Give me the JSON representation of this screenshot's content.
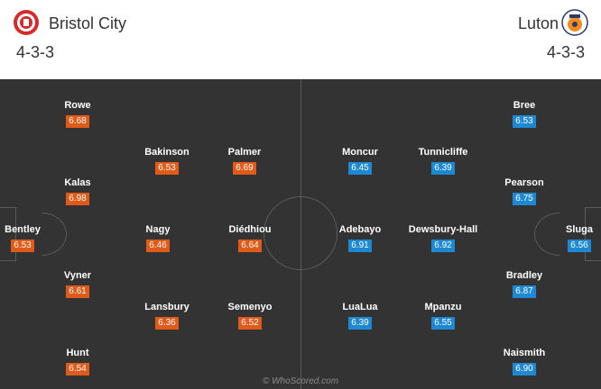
{
  "home": {
    "name": "Bristol City",
    "formation": "4-3-3",
    "crest_icon": "bristol-city-crest-icon",
    "players": [
      {
        "name": "Bentley",
        "rating": "6.53"
      },
      {
        "name": "Rowe",
        "rating": "6.68"
      },
      {
        "name": "Kalas",
        "rating": "6.98"
      },
      {
        "name": "Vyner",
        "rating": "6.61"
      },
      {
        "name": "Hunt",
        "rating": "6.54"
      },
      {
        "name": "Bakinson",
        "rating": "6.53"
      },
      {
        "name": "Nagy",
        "rating": "6.46"
      },
      {
        "name": "Lansbury",
        "rating": "6.36"
      },
      {
        "name": "Palmer",
        "rating": "6.69"
      },
      {
        "name": "Diédhiou",
        "rating": "6.64"
      },
      {
        "name": "Semenyo",
        "rating": "6.52"
      }
    ]
  },
  "away": {
    "name": "Luton",
    "formation": "4-3-3",
    "crest_icon": "luton-town-crest-icon",
    "players": [
      {
        "name": "Sluga",
        "rating": "6.56"
      },
      {
        "name": "Bree",
        "rating": "6.53"
      },
      {
        "name": "Pearson",
        "rating": "6.75"
      },
      {
        "name": "Bradley",
        "rating": "6.87"
      },
      {
        "name": "Naismith",
        "rating": "6.90"
      },
      {
        "name": "Tunnicliffe",
        "rating": "6.39"
      },
      {
        "name": "Dewsbury-Hall",
        "rating": "6.92"
      },
      {
        "name": "Mpanzu",
        "rating": "6.55"
      },
      {
        "name": "Moncur",
        "rating": "6.45"
      },
      {
        "name": "Adebayo",
        "rating": "6.91"
      },
      {
        "name": "LuaLua",
        "rating": "6.39"
      }
    ]
  },
  "watermark": "© WhoScored.com",
  "colors": {
    "home_rating": "#e05a19",
    "away_rating": "#1e88d2",
    "pitch": "#333333"
  }
}
